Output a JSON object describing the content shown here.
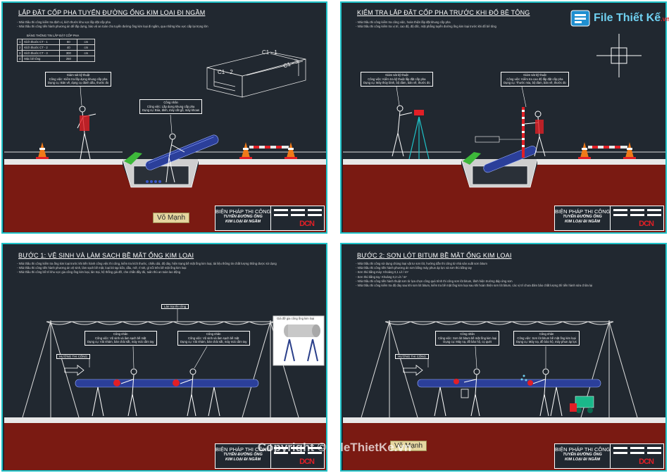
{
  "panels": [
    {
      "title": "LẮP ĐẶT CỐP PHA TUYẾN ĐƯỜNG ỐNG KIM LOẠI ĐI NGẦM",
      "notes": [
        "Nhà thầu thi công kiểm tra định vị, kích thước khu vực lắp đặt cốp pha",
        "Nhà thầu thi công tiến hành phương án để lắp dựng, bảo vệ an toàn cho tuyến đường ống kim loại đi ngầm, qua những khu vực cấp lại trọng lớn"
      ],
      "table": {
        "caption": "BẢNG THÔNG TIN LẮP ĐẶT CỐP PHA",
        "rows": [
          [
            "1",
            "Kích thước CT - 1",
            "80",
            "cm"
          ],
          [
            "2",
            "Kích thước CT - 2",
            "40",
            "cm"
          ],
          [
            "3",
            "Kích thước CT - 3",
            "300",
            "cm"
          ],
          [
            "4",
            "Mác bê tông",
            "250",
            ""
          ]
        ]
      },
      "labels": {
        "c1_1": "C1 - 1",
        "c1_2": "C1 - 2",
        "c1_3": "C1 - 3"
      },
      "callouts": [
        {
          "lines": [
            "Giám sát kỹ thuật",
            "Công việc: Kiểm tra lắp dựng khung cốp pha",
            "Dụng cụ: Bản vẽ, dụng cụ đánh dấu, thước đo"
          ]
        },
        {
          "lines": [
            "Công nhân",
            "Công việc: Lắp dựng khung cốp pha",
            "Dụng cụ: Búa, đinh, máy cắt gỗ, máy khoan"
          ]
        }
      ],
      "signature": "Võ Mạnh"
    },
    {
      "title": "KIỂM TRA LẮP ĐẶT CỐP PHA TRƯỚC KHI ĐỔ BÊ TÔNG",
      "notes": [
        "Nhà thầu thi công kiểm tra công việc, hoàn thiện lắp đặt khung cốp pha",
        "Nhà thầu thi công kiểm tra vị trí, cao độ, độ dốc, mặt phẳng tuyến đường ống kim loại trước khi đổ bê tông"
      ],
      "callouts": [
        {
          "lines": [
            "Giám sát kỹ thuật",
            "Công việc: Kiểm tra kỹ thuật lắp đặt cốp pha",
            "Dụng cụ: Máy thủy bình, bộ đàm, bản vẽ, thước đo"
          ]
        },
        {
          "lines": [
            "Giám sát kỹ thuật",
            "Công việc: Kiểm tra cao độ lắp đặt cốp pha",
            "Dụng cụ: Thước mia, bộ đàm, bản vẽ, thước đo"
          ]
        }
      ]
    },
    {
      "title": "BƯỚC 1: VỆ SINH VÀ LÀM SẠCH BỀ MẶT ỐNG KIM LOẠI",
      "notes": [
        "Nhà thầu thi công kiểm tra ống kim loại trước khi tiến hành công việc thi công, kiểm tra kích thước, chiều dài, độ dày, hiện trạng bề mặt ống kim loại, tài liệu thông tin chất lượng thông được sử dụng",
        "Nhà thầu thi công tiến hành phương án vệ sinh, làm sạch bề mặt, loại bỏ tạp bẩn, dầu, mỡ, rỉ sét, gỉ nổi trên bề mặt ống kim loại",
        "Nhà thầu thi công bố trí khu vực gia công ống kim loại, lán trại, hệ thống giá đỡ, che chắn đầy đủ, tuân thủ an toàn lao động"
      ],
      "labels": {
        "tent": "Lán trại thi công",
        "direction": "HƯỚNG THI CÔNG",
        "support": "Giá đỡ gia công ống kim loại"
      },
      "callouts": [
        {
          "lines": [
            "Công nhân",
            "Công việc: Vệ sinh và làm sạch bề mặt",
            "Dụng cụ: Vải nhám, bàn chải sắt, máy mài cầm tay"
          ]
        },
        {
          "lines": [
            "Công nhân",
            "Công việc: Vệ sinh và làm sạch bề mặt",
            "Dụng cụ: Vải nhám, bàn chải sắt, máy mài cầm tay"
          ]
        }
      ]
    },
    {
      "title": "BƯỚC 2: SƠN LÓT BITUM BỀ MẶT ỐNG KIM LOẠI",
      "notes": [
        "Nhà thầu thi công sử dụng chủng loại vật tư sơn lót, hướng dẫn thi công từ nhà sản xuất sơn bitum",
        "Nhà thầu thi công tiến hành phương án sơn bằng máy phun áp lực và sơn thủ bằng tay",
        "Sơn thủ bằng máy: Khoảng 0,1 Lít / m²",
        "Sơn thủ bằng tay: Khoảng 0,2 Lít / m²",
        "Nhà thầu thi công tiến hành thuật sơn từ lựa chọn công quá trình thi công sơn lót bitum, lãnh hiện trường đáp ứng sơn",
        "Nhà thầu thi công kiểm tra độ dày sau khi sơn lót bitum, kiểm tra bề mặt ống kim loại sau khi hoàn thiện sơn lót bitum, các vị trí chưa đảm bảo chất lượng thì tiến hành sửa chữa lại"
      ],
      "labels": {
        "direction": "HƯỚNG THI CÔNG"
      },
      "callouts": [
        {
          "lines": [
            "Công nhân",
            "Công việc: Sơn lót bitum bề mặt ống kim loại",
            "Dụng cụ: Máy nạ, đồ bảo hộ, cọ quét"
          ]
        },
        {
          "lines": [
            "Công nhân",
            "Công việc: Sơn lót bitum bề mặt ống kim loại",
            "Dụng cụ: Máy nạ, đồ bảo hộ, máy phun áp lực"
          ]
        }
      ],
      "signature": "Võ Mạnh"
    }
  ],
  "title_block": {
    "main": "BIỆN PHÁP THI CÔNG",
    "sub1": "TUYẾN ĐƯỜNG ỐNG",
    "sub2": "KIM  LOẠI ĐI NGẦM",
    "logo": "DCN"
  },
  "watermark": "Copyright © FileThietKe.vn",
  "brand": "File Thiết Kế",
  "brand_suffix": ".vn",
  "colors": {
    "frame": "#1ec2c8",
    "background": "#212830",
    "soil": "#7a1a12",
    "accent_red": "#e21f26",
    "grass": "#3db83a"
  }
}
